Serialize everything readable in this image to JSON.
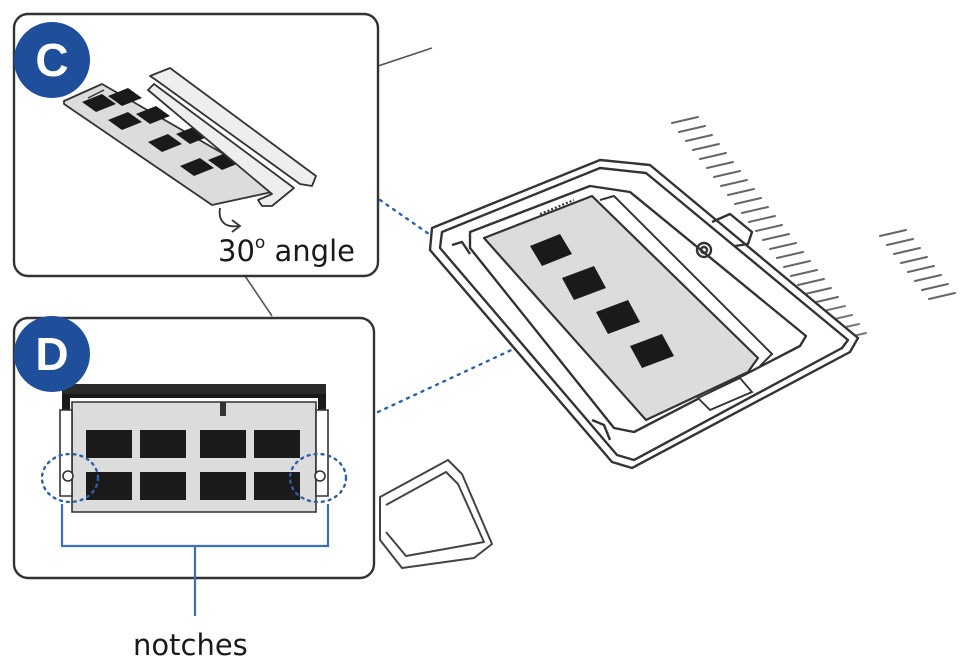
{
  "panels": {
    "c": {
      "badge": "C",
      "angle_value": "30",
      "angle_degree": "o",
      "angle_word": "angle"
    },
    "d": {
      "badge": "D",
      "callout": "notches"
    }
  },
  "colors": {
    "badge_fill": "#1f4e9a",
    "badge_text": "#ffffff",
    "outline": "#333333",
    "chip": "#1a1a1a",
    "callout_line": "#3b6fb6",
    "dotted_line": "#2f5fa8"
  },
  "icons": [
    "ram-module-icon",
    "laptop-memory-bay-icon",
    "curved-arrow-icon",
    "notch-highlight-icon"
  ]
}
